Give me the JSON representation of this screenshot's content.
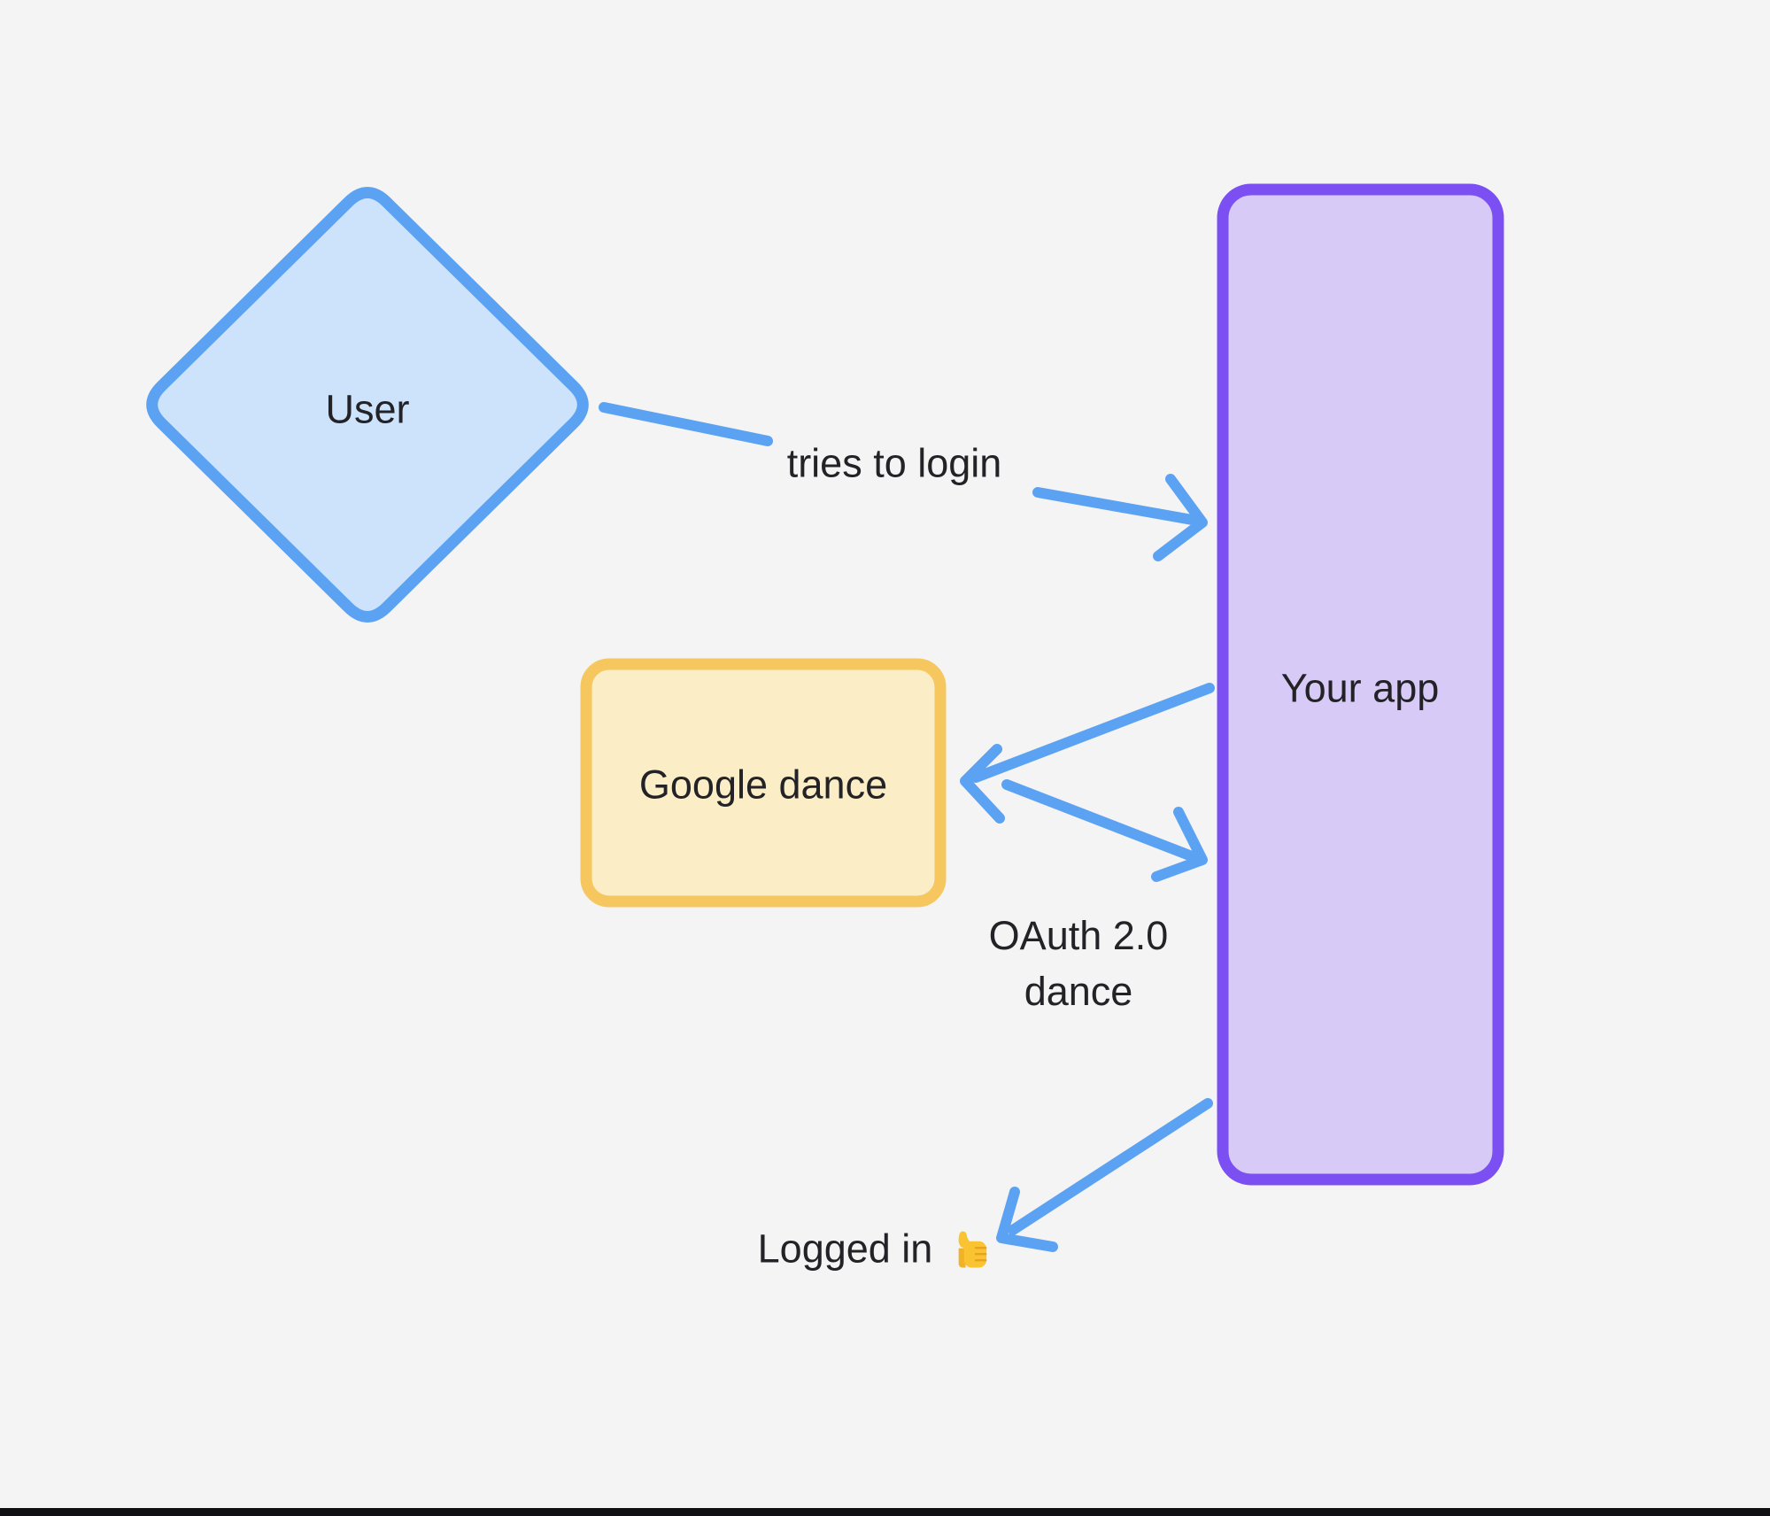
{
  "canvas": {
    "background_color": "#f4f4f5",
    "bottom_edge_color": "#101012"
  },
  "colors": {
    "arrow": "#5ca2f3",
    "text": "#232327"
  },
  "nodes": {
    "user": {
      "label": "User",
      "shape": "diamond",
      "fill": "#cde3fb",
      "stroke": "#5ca2f3"
    },
    "your_app": {
      "label": "Your app",
      "shape": "rectangle",
      "fill": "#d7caf6",
      "stroke": "#7b4ff2"
    },
    "google_dance": {
      "label": "Google dance",
      "shape": "rectangle",
      "fill": "#fbeec7",
      "stroke": "#f5c75e"
    }
  },
  "annotations": {
    "tries_to_login": "tries to login",
    "oauth_dance": "OAuth 2.0\ndance",
    "logged_in": "Logged in",
    "logged_in_emoji": "👍"
  },
  "edges": [
    {
      "from": "User",
      "to": "Your app",
      "label": "tries to login",
      "direction": "one-way"
    },
    {
      "from": "Your app",
      "to": "Google dance",
      "label": "OAuth 2.0 dance",
      "direction": "one-way"
    },
    {
      "from": "Google dance",
      "to": "Your app",
      "label": "OAuth 2.0 dance",
      "direction": "one-way"
    },
    {
      "from": "Your app",
      "to": "Logged in 👍",
      "label": "",
      "direction": "one-way"
    }
  ]
}
